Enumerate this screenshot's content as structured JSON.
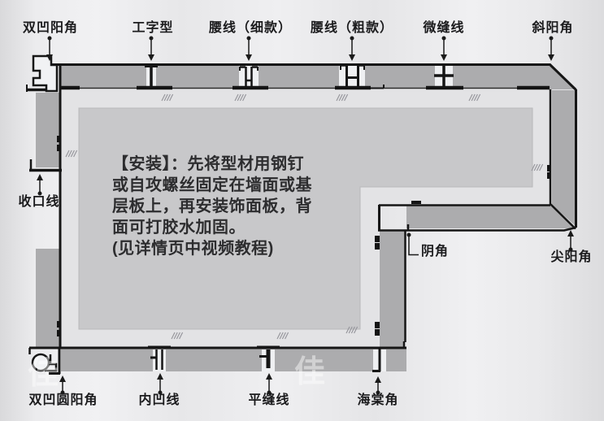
{
  "diagram": {
    "top_labels": [
      {
        "label": "双凹阳角"
      },
      {
        "label": "工字型"
      },
      {
        "label": "腰线（细款）"
      },
      {
        "label": "腰线（粗款）"
      },
      {
        "label": "微缝线"
      },
      {
        "label": "斜阳角"
      }
    ],
    "left_labels": [
      {
        "label": "收口线"
      }
    ],
    "bottom_labels": [
      {
        "label": "双凹圆阳角"
      },
      {
        "label": "内凹线"
      },
      {
        "label": "平缝线"
      },
      {
        "label": "海棠角"
      }
    ],
    "right_labels": [
      {
        "label": "阴角"
      },
      {
        "label": "尖阳角"
      }
    ],
    "note_lines": [
      "【安装】：先将型材用钢钉",
      "或自攻螺丝固定在墙面或基",
      "层板上，再安装饰面板，背",
      "面可打胶水加固。",
      "(见详情页中视频教程)"
    ],
    "watermark": "佳",
    "colors": {
      "wall_band": "#acacae",
      "panel_frame": "#e3e3e5",
      "panel_inner": "#c8c8ca",
      "outline": "#161616",
      "background": "#ececee"
    }
  }
}
